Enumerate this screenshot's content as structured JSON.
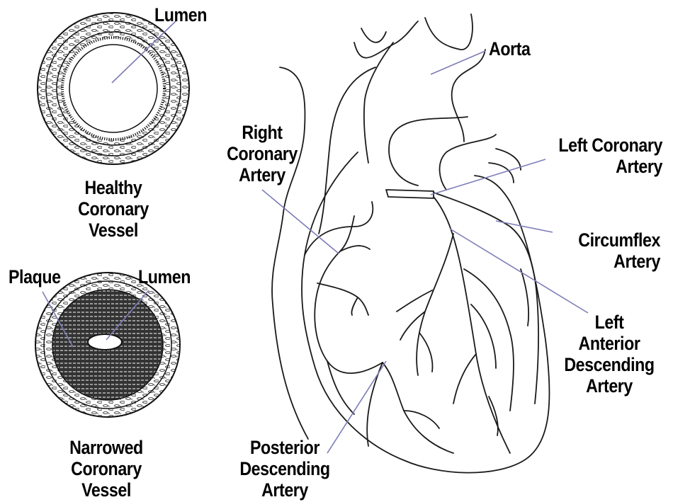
{
  "colors": {
    "leader": "#7d7db8",
    "stroke": "#1a1a1a",
    "plaque": "#222222"
  },
  "healthy_vessel": {
    "lumen_label": "Lumen",
    "caption": [
      "Healthy",
      "Coronary",
      "Vessel"
    ]
  },
  "narrowed_vessel": {
    "plaque_label": "Plaque",
    "lumen_label": "Lumen",
    "caption": [
      "Narrowed",
      "Coronary",
      "Vessel"
    ]
  },
  "heart": {
    "aorta": "Aorta",
    "right_coronary": [
      "Right",
      "Coronary",
      "Artery"
    ],
    "left_coronary": [
      "Left Coronary",
      "Artery"
    ],
    "circumflex": [
      "Circumflex",
      "Artery"
    ],
    "lad": [
      "Left",
      "Anterior",
      "Descending",
      "Artery"
    ],
    "posterior": [
      "Posterior",
      "Descending",
      "Artery"
    ]
  }
}
